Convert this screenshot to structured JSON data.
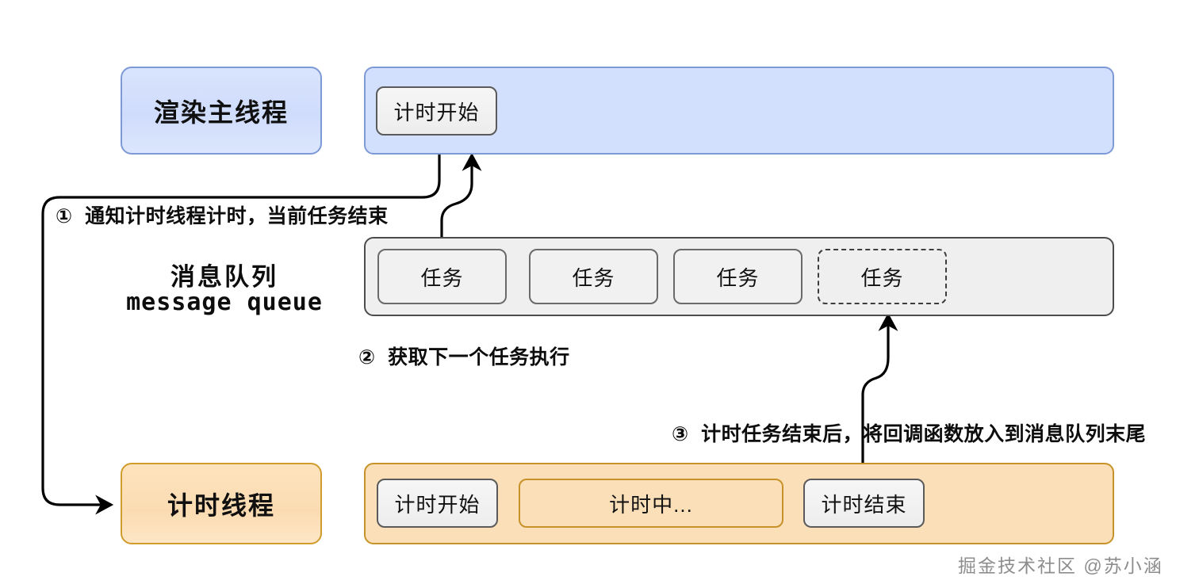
{
  "diagram": {
    "title": "JavaScript event loop timer thread diagram",
    "colors": {
      "blue_fill": "#d3e0fd",
      "blue_border": "#7e9ad6",
      "orange_fill": "#fbdfb8",
      "orange_border": "#c8922a",
      "grey_fill": "#efefef",
      "grey_border": "#4c4c4c",
      "chip_fill": "#f1f1f1",
      "arrow": "#000000"
    }
  },
  "lanes": {
    "main_thread": {
      "label": "渲染主线程",
      "chips": [
        {
          "label": "计时开始"
        }
      ]
    },
    "message_queue": {
      "label_cn": "消息队列",
      "label_en": "message queue",
      "tasks": [
        {
          "label": "任务",
          "style": "solid"
        },
        {
          "label": "任务",
          "style": "solid"
        },
        {
          "label": "任务",
          "style": "solid"
        },
        {
          "label": "任务",
          "style": "dashed"
        }
      ]
    },
    "timer_thread": {
      "label": "计时线程",
      "chips": [
        {
          "label": "计时开始",
          "style": "grey"
        },
        {
          "label": "计时中...",
          "style": "orange"
        },
        {
          "label": "计时结束",
          "style": "grey"
        }
      ]
    }
  },
  "notes": [
    {
      "id": "note-1",
      "marker": "①",
      "text": "通知计时线程计时，当前任务结束"
    },
    {
      "id": "note-2",
      "marker": "②",
      "text": "获取下一个任务执行"
    },
    {
      "id": "note-3",
      "marker": "③",
      "text": "计时任务结束后，将回调函数放入到消息队列末尾"
    }
  ],
  "watermark": {
    "text": "掘金技术社区 @苏小涵"
  }
}
